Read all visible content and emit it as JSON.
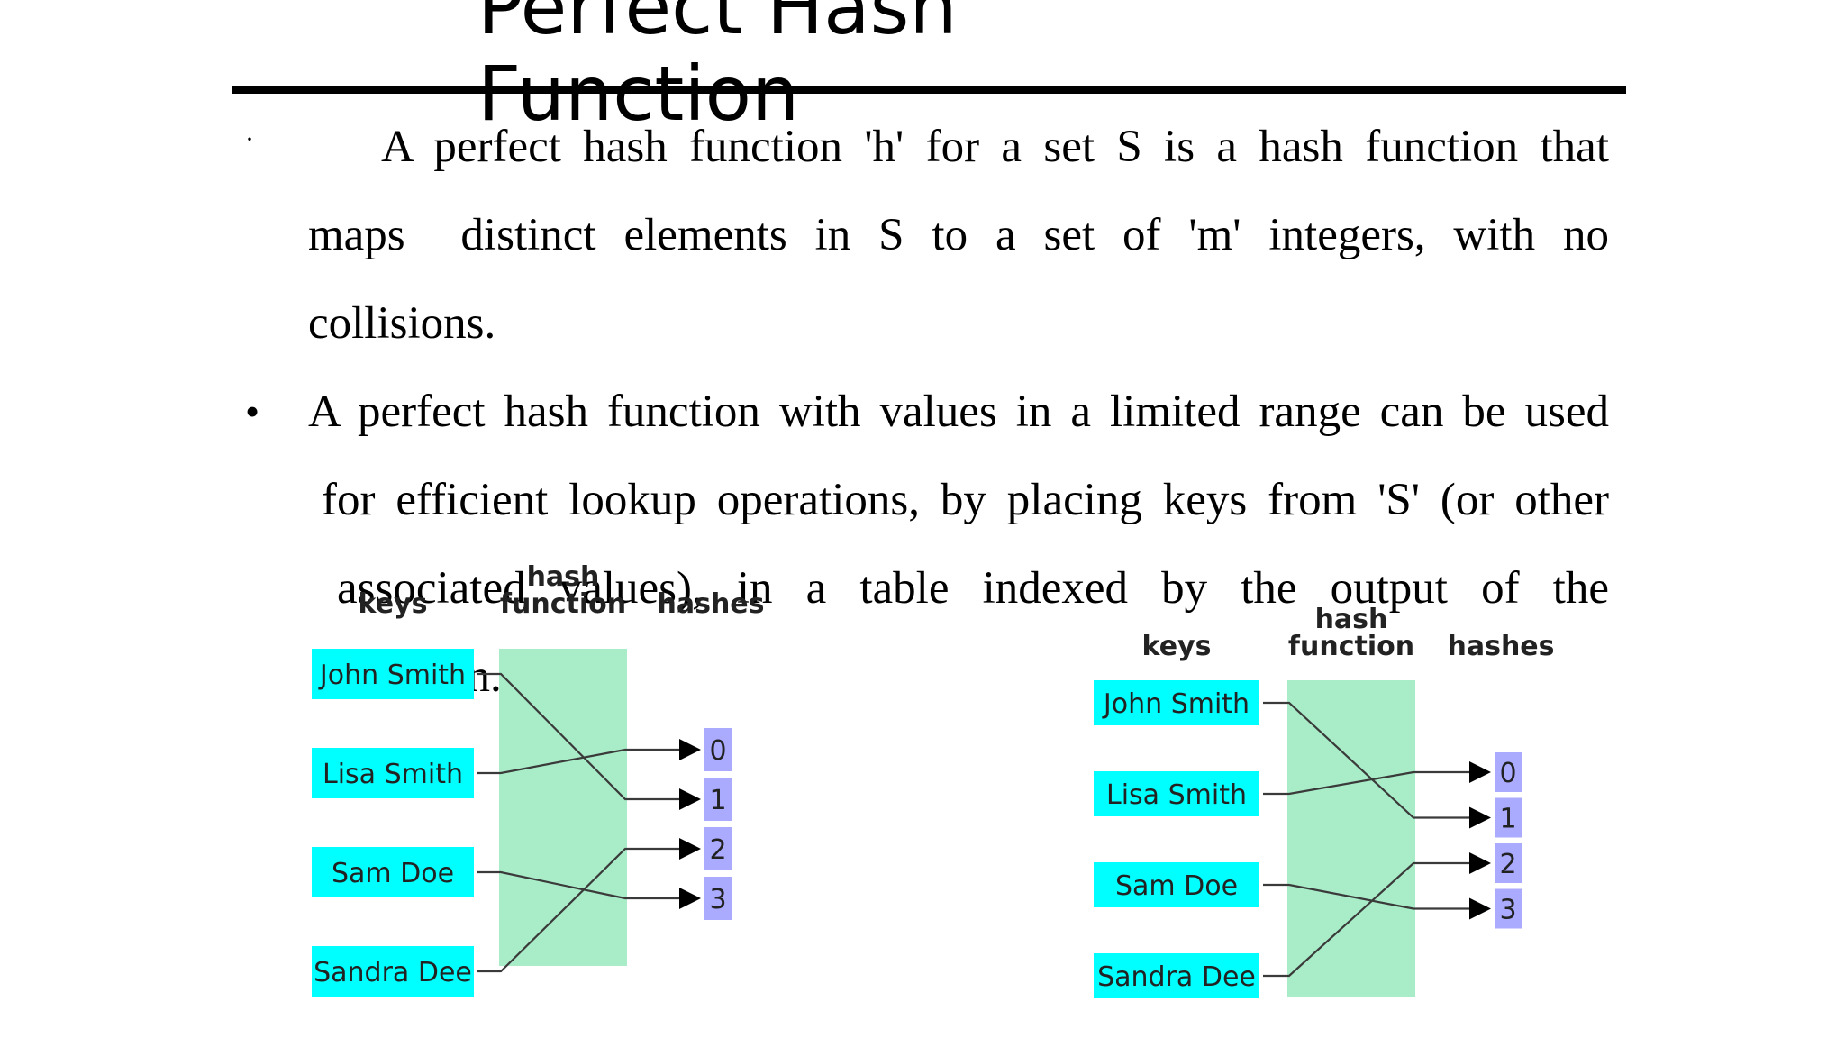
{
  "slide": {
    "title": "Perfect Hash Function",
    "bullet_marks": [
      "·",
      "•"
    ],
    "bullets": [
      [
        "A perfect hash function 'h' for a set S is a hash function that",
        "maps  distinct elements in S to a set of 'm' integers, with no",
        "collisions."
      ],
      [
        "A perfect hash function with values in a limited range can be used",
        "for efficient lookup operations, by placing keys from 'S' (or other",
        "associated values), in a table indexed by the output of the",
        "function."
      ]
    ]
  },
  "diagram": {
    "headers": {
      "keys": "keys",
      "hash_line1": "hash",
      "hash_line2": "function",
      "hashes": "hashes"
    },
    "keys": [
      "John Smith",
      "Lisa Smith",
      "Sam Doe",
      "Sandra Dee"
    ],
    "hashes": [
      "0",
      "1",
      "2",
      "3"
    ],
    "mapping": {
      "John Smith": "1",
      "Lisa Smith": "0",
      "Sam Doe": "3",
      "Sandra Dee": "2"
    },
    "colors": {
      "key_box": "#00ffff",
      "function_box": "#a8ecc8",
      "hash_box": "#aaaaff",
      "line": "#3a3a3a",
      "arrow": "#000000"
    }
  }
}
